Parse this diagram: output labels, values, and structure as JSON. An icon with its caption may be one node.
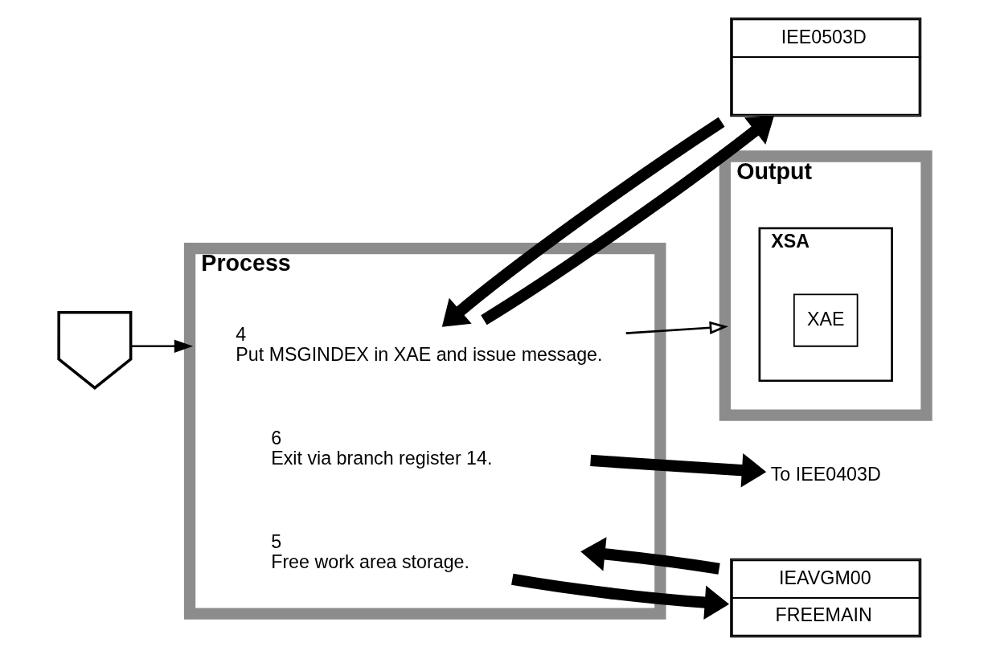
{
  "diagram": {
    "nodes": [
      {
        "text": [],
        "shape": "pentagon"
      },
      {
        "text": [
          "Process"
        ]
      },
      {
        "text": [
          "4",
          "Put MSGINDEX in XAE and issue message."
        ],
        "in": 1
      },
      {
        "text": [
          "5",
          "Free work area storage."
        ],
        "in": 1
      },
      {
        "text": [
          "6",
          "Exit via branch register 14."
        ],
        "in": 1
      },
      {
        "text": [
          "IEE0503D"
        ]
      },
      {
        "text": [
          "IEAVGM00",
          "FREEMAIN"
        ]
      },
      {
        "text": [
          "Output"
        ]
      },
      {
        "text": [
          "XSA"
        ],
        "in": 7
      },
      {
        "text": [
          "XAE"
        ],
        "in": 8
      },
      {
        "text": [
          "To IEE0403D"
        ]
      }
    ],
    "edges": [
      {
        "from": 0,
        "to": 1,
        "arrow": "to"
      },
      {
        "from": 2,
        "to": 7,
        "arrow": "to"
      },
      {
        "from": 2,
        "to": 5,
        "arrow": "to"
      },
      {
        "from": 5,
        "to": 2,
        "arrow": "to"
      },
      {
        "from": 3,
        "to": 6,
        "arrow": "to"
      },
      {
        "from": 6,
        "to": 3,
        "arrow": "to"
      },
      {
        "from": 4,
        "to": 10,
        "arrow": "to"
      }
    ]
  }
}
